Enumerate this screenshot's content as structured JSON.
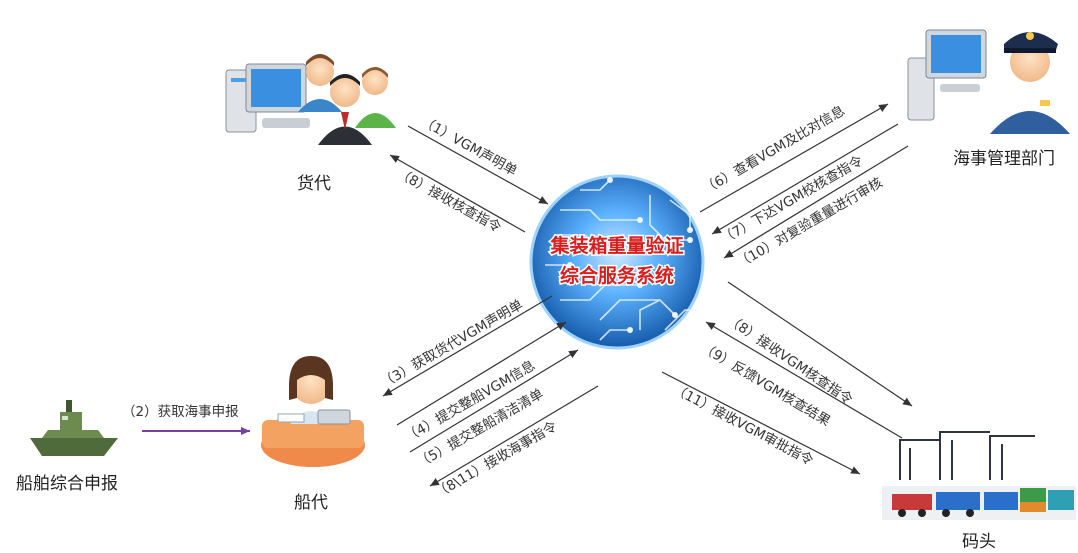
{
  "hub": {
    "line1": "集装箱重量验证",
    "line2": "综合服务系统"
  },
  "nodes": {
    "forwarder": "货代",
    "maritime": "海事管理部门",
    "carrier": "船代",
    "ship_report": "船舶综合申报",
    "terminal": "码头"
  },
  "edges": {
    "e1": "（1）VGM声明单",
    "e8a": "（8）接收核查指令",
    "e6": "（6）查看VGM及比对信息",
    "e7": "（7）下达VGM校核查指令",
    "e10": "（10）对复验重量进行审核",
    "e2": "（2）获取海事申报",
    "e3": "（3）获取货代VGM声明单",
    "e4": "（4）提交整船VGM信息",
    "e5": "（5）提交整船清洁清单",
    "e811": "（8\\11）接收海事指令",
    "e8b": "（8）接收VGM核查指令",
    "e9": "（9）反馈VGM核查结果",
    "e11": "（11）接收VGM审批指令"
  },
  "colors": {
    "arrow": "#333333",
    "arrow_purple": "#7b3fa0",
    "hub_text": "#d81e1e",
    "hub_blue": "#1f8ad8"
  }
}
